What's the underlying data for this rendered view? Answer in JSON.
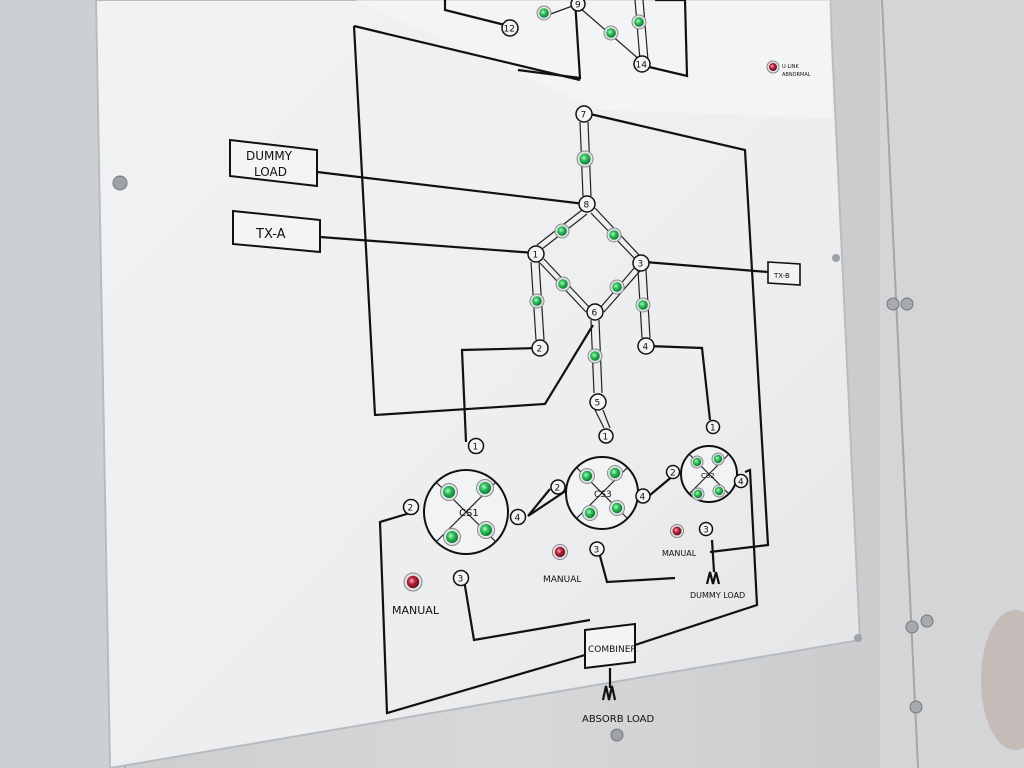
{
  "panel": {
    "labels": {
      "dummy_load_l1": "DUMMY",
      "dummy_load_l2": "LOAD",
      "tx_a": "TX-A",
      "tx_b": "TX-B",
      "cs1": "CS1",
      "cs3": "CS3",
      "cs2": "CS2",
      "manual_1": "MANUAL",
      "manual_2": "MANUAL",
      "manual_3": "MANUAL",
      "dummy_load_bottom": "DUMMY LOAD",
      "combiner": "COMBINER",
      "absorb_load": "ABSORB LOAD",
      "abnormal_l1": "U-LINK",
      "abnormal_l2": "ABNORMAL"
    },
    "nodes": {
      "n7": "7",
      "n8": "8",
      "n1": "1",
      "n3": "3",
      "n6": "6",
      "n2": "2",
      "n4": "4",
      "n5": "5",
      "n12": "12",
      "n9": "9",
      "n14": "14",
      "cs1_1": "1",
      "cs1_2": "2",
      "cs1_3": "3",
      "cs1_4": "4",
      "cs3_1": "1",
      "cs3_2": "2",
      "cs3_3": "3",
      "cs3_4": "4",
      "cs2_1": "1",
      "cs2_2": "2",
      "cs2_3": "3",
      "cs2_4": "4"
    },
    "colors": {
      "indicator_green": "#2fbf5a",
      "indicator_red": "#b8243a",
      "panel_white": "#f3f4f5",
      "line": "#111111"
    }
  }
}
